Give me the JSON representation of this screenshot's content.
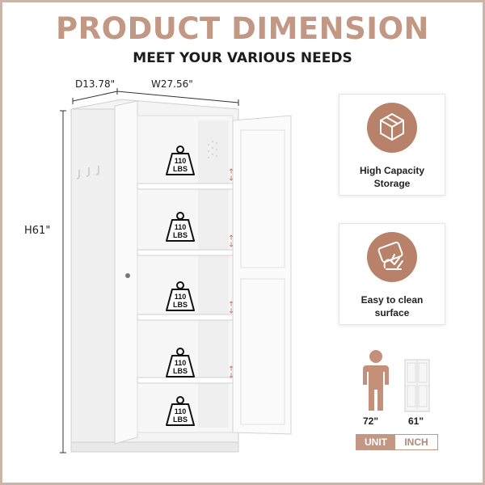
{
  "header": {
    "title": "PRODUCT DIMENSION",
    "subtitle": "MEET YOUR VARIOUS NEEDS"
  },
  "dimensions": {
    "depth": "D13.78\"",
    "width": "W27.56\"",
    "height": "H61\""
  },
  "shelf_capacity": {
    "amount": "110",
    "unit": "LBS",
    "count": 5
  },
  "features": [
    {
      "label_line1": "High Capacity",
      "label_line2": "Storage",
      "icon": "cube-icon"
    },
    {
      "label_line1": "Easy to clean",
      "label_line2": "surface",
      "icon": "hand-wipe-icon"
    }
  ],
  "comparison": {
    "person_height": "72\"",
    "cabinet_height": "61\""
  },
  "unit_toggle": {
    "selected": "UNIT",
    "other": "INCH"
  },
  "colors": {
    "accent": "#c29783",
    "icon_bg": "#b8826a",
    "border": "#c9b6a8"
  }
}
